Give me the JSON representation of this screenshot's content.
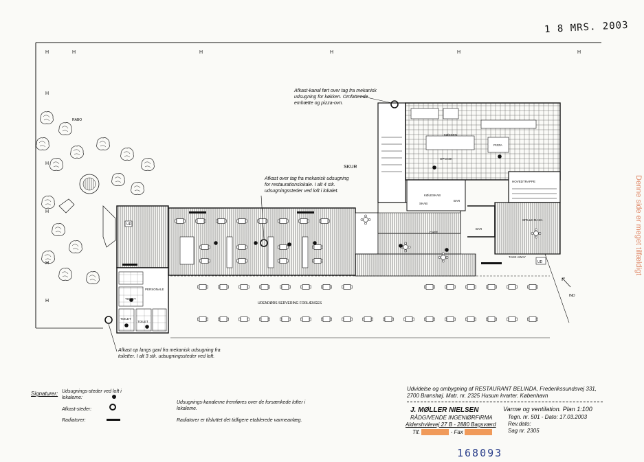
{
  "stamp": "1 8 MRS. 2003",
  "side_note": "Denne side er meget tilfældigt",
  "annotations": {
    "kitchen_vent": "Afkast-kanal ført over tag fra mekanisk udsugning for køkken. Omfattende emhætte og pizza-ovn.",
    "restaurant_vent": "Afkast over tag fra mekanisk udsugning for restaurationslokale. I alt 4 stk. udsugningssteder ved loft i lokalet.",
    "toilet_vent": "Afkast op langs gavl fra mekanisk udsugning fra toiletter. I alt 3 stk. udsugningssteder ved loft."
  },
  "rooms": {
    "rabo": "RABO",
    "ud1": "UD",
    "ud2": "UD",
    "personale": "PERSONALE",
    "toilet1": "TOILET",
    "toilet2": "TOILET",
    "toilet3": "TOILET",
    "kokken": "KØKKEN",
    "opvask": "OPVASK",
    "pizza": "PIZZA",
    "hovedtrappe": "HOVEDTRAPPE",
    "kolestue": "KØLESKAB",
    "bar": "BAR",
    "spillemask": "SPILLE MASK.",
    "take_away": "TAKE AWAY",
    "cafe": "CAFÉ",
    "skab": "SKAB",
    "ind": "IND",
    "skur": "SKUR",
    "fortov": "UDENDØRS SERVERING FORLÆNGES"
  },
  "legend": {
    "title": "Signaturer:",
    "items": [
      {
        "label": "Udsugnings-steder ved loft i lokaleme:",
        "symbol": "dot"
      },
      {
        "label": "Afkast-steder:",
        "symbol": "circle"
      },
      {
        "label": "Radiatorer:",
        "symbol": "bar"
      }
    ],
    "note1": "Udsugnings-kanalerne fremføres over de forsænkede lofter i lokaleme.",
    "note2": "Radiatorer er tilsluttet det tidligere etablerede varmeanlæg."
  },
  "title_block": {
    "project_line1": "Udvidelse og ombygning af RESTAURANT BELINDA, Frederikssundsvej 331,",
    "project_line2": "2700 Brønshøj. Matr. nr. 2325 Husum kvarter. København",
    "firm": "J. MØLLER NIELSEN",
    "firm_sub": "RÅDGIVENDE INGENIØRFIRMA",
    "address": "Aldershvilevej 27 B - 2880 Bagsværd",
    "tlf_label": "Tlf.",
    "fax_label": "- Fax",
    "drawing_title": "Varme og ventilation. Plan 1:100",
    "tegn": "Tegn. nr. 501 -  Dato: 17.03.2003",
    "rev": "Rev.dato:",
    "sag": "Sag nr. 2305"
  },
  "handwritten_number": "168093"
}
